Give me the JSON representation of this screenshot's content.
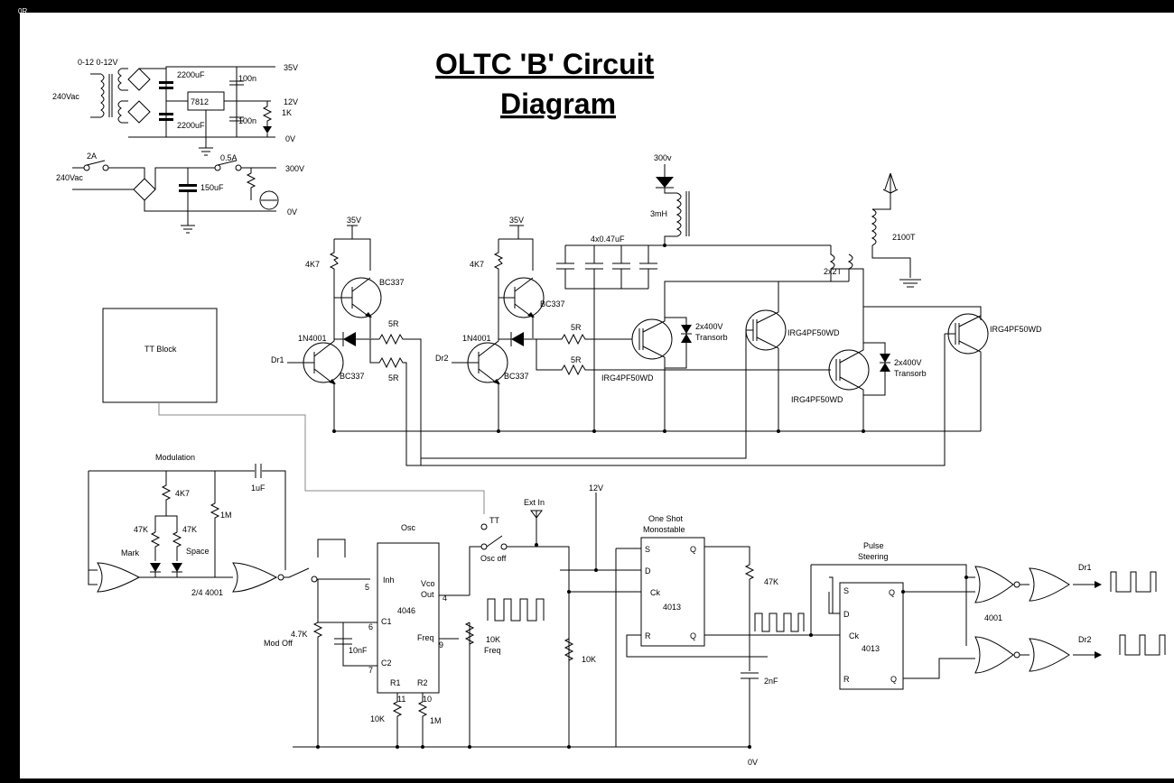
{
  "corner_label": "0R",
  "title": {
    "line1": "OLTC 'B' Circuit ",
    "line2": "Diagram"
  },
  "power_supply": {
    "transformer": "0-12 0-12V",
    "mains": "240Vac",
    "cap_main": "2200uF",
    "cap_main2": "2200uF",
    "cap_small": "100n",
    "cap_small2": "100n",
    "regulator": "7812",
    "rail_35v": "35V",
    "rail_12v": "12V",
    "resistor": "1K",
    "rail_0v": "0V"
  },
  "hv_supply": {
    "fuse_in": "2A",
    "mains": "240Vac",
    "fuse_out": "0.5A",
    "rail_300v": "300V",
    "cap": "150uF",
    "rail_0v": "0V"
  },
  "driver": {
    "supply1": "35V",
    "supply2": "35V",
    "r_4k7_1": "4K7",
    "r_4k7_2": "4K7",
    "t_bc337_a": "BC337",
    "t_bc337_b": "BC337",
    "t_bc337_c": "BC337",
    "t_bc337_d": "BC337",
    "diode1": "1N4001",
    "diode2": "1N4001",
    "r_5r_1": "5R",
    "r_5r_2": "5R",
    "r_5r_3": "5R",
    "r_5r_4": "5R",
    "dr1": "Dr1",
    "dr2": "Dr2"
  },
  "output_stage": {
    "hv_in": "300v",
    "inductor": "3mH",
    "caps": "4x0.47uF",
    "coil": "2100T",
    "primary": "2x2T",
    "transorb_a": "2x400V",
    "transorb_a2": "Transorb",
    "transorb_b": "2x400V",
    "transorb_b2": "Transorb",
    "igbt_1": "IRG4PF50WD",
    "igbt_2": "IRG4PF50WD",
    "igbt_3": "IRG4PF50WD",
    "igbt_4": "IRG4PF50WD"
  },
  "tt_block": "TT Block",
  "modulation": {
    "title": "Modulation",
    "r_4k7": "4K7",
    "r_1m": "1M",
    "cap": "1uF",
    "pot_mark": "47K",
    "pot_space": "47K",
    "mark": "Mark",
    "space": "Space",
    "gate": "2/4 4001",
    "r_mod": "4.7K",
    "mod_off": "Mod Off",
    "cap_10nf": "10nF"
  },
  "osc": {
    "title": "Osc",
    "chip": "4046",
    "inh": "Inh",
    "vco_out": "Vco",
    "vco_out2": "Out",
    "c1": "C1",
    "c2": "C2",
    "freq": "Freq",
    "r1": "R1",
    "r2": "R2",
    "pin5": "5",
    "pin4": "4",
    "pin6": "6",
    "pin7": "7",
    "pin9": "9",
    "pin11": "11",
    "pin10": "10",
    "r_10k": "10K",
    "r_1m": "1M",
    "pot_10k": "10K",
    "pot_freq": "Freq",
    "r_10k_b": "10K"
  },
  "switch": {
    "tt": "TT",
    "osc_off": "Osc off",
    "ext_in": "Ext In",
    "rail_12v": "12V"
  },
  "monostable": {
    "title": "One Shot",
    "title2": "Monostable",
    "chip": "4013",
    "s": "S",
    "q": "Q",
    "d": "D",
    "ck": "Ck",
    "r": "R",
    "qbar": "Q",
    "pot": "47K",
    "cap": "2nF",
    "ground": "0V"
  },
  "steering": {
    "title": "Pulse",
    "title2": "Steering",
    "chip": "4013",
    "s": "S",
    "q": "Q",
    "d": "D",
    "ck": "Ck",
    "r": "R",
    "qbar": "Q",
    "gates": "4001",
    "dr1": "Dr1",
    "dr2": "Dr2"
  }
}
